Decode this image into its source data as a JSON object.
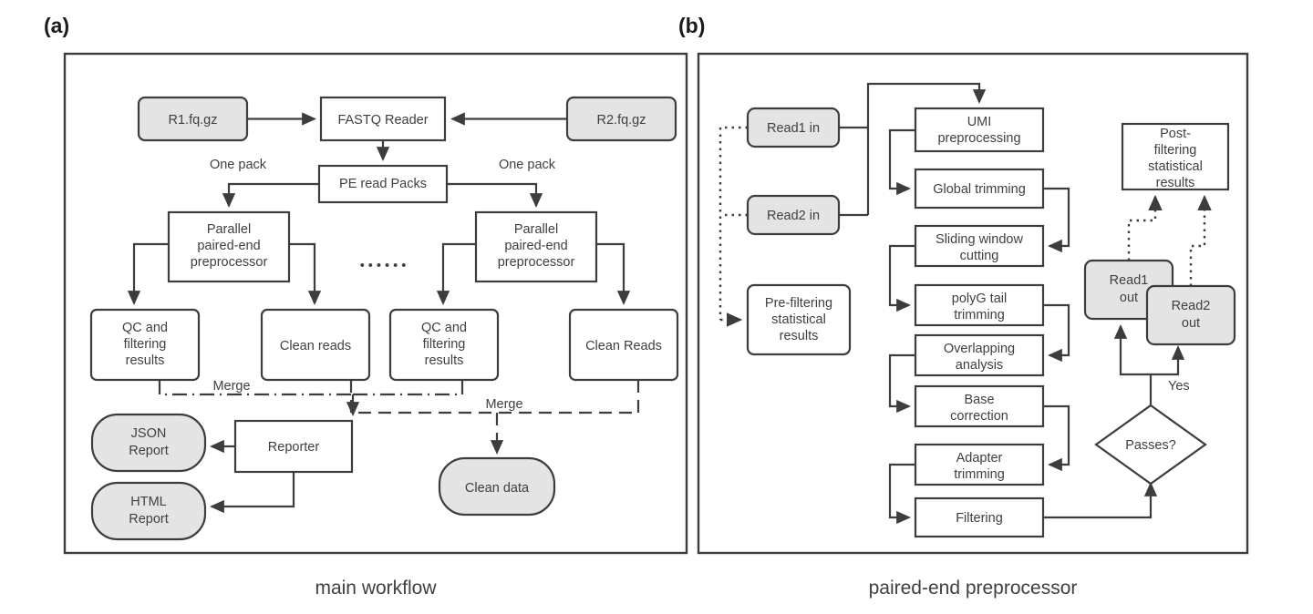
{
  "figure": {
    "panels": [
      {
        "tag": "(a)",
        "caption": "main workflow",
        "nodes": {
          "r1": "R1.fq.gz",
          "r2": "R2.fq.gz",
          "fastq_reader": "FASTQ Reader",
          "pe_read_packs": "PE read Packs",
          "parallel_left": "Parallel\npaired-end\npreprocessor",
          "parallel_right": "Parallel\npaired-end\npreprocessor",
          "qc_left": "QC and\nfiltering\nresults",
          "clean_reads_left": "Clean reads",
          "qc_right": "QC and\nfiltering\nresults",
          "clean_reads_right": "Clean Reads",
          "reporter": "Reporter",
          "json_report": "JSON\nReport",
          "html_report": "HTML\nReport",
          "clean_data": "Clean data",
          "ellipsis": "• • • • • •"
        },
        "edge_labels": {
          "one_pack_left": "One pack",
          "one_pack_right": "One pack",
          "merge_reports": "Merge",
          "merge_data": "Merge"
        }
      },
      {
        "tag": "(b)",
        "caption": "paired-end preprocessor",
        "nodes": {
          "read1_in": "Read1 in",
          "read2_in": "Read2 in",
          "prefilter_stats": "Pre-filtering\nstatistical\nresults",
          "umi_preprocessing": "UMI\npreprocessing",
          "global_trimming": "Global trimming",
          "sliding_window_cutting": "Sliding window\ncutting",
          "polyg_tail_trimming": "polyG tail\ntrimming",
          "overlapping_analysis": "Overlapping\nanalysis",
          "base_correction": "Base\ncorrection",
          "adapter_trimming": "Adapter\ntrimming",
          "filtering": "Filtering",
          "passes": "Passes?",
          "read1_out": "Read1\nout",
          "read2_out": "Read2\nout",
          "postfilter_stats": "Post-\nfiltering\nstatistical\nresults"
        },
        "edge_labels": {
          "yes": "Yes"
        }
      }
    ],
    "colors": {
      "shaded_node_fill": "#e4e4e4",
      "plain_node_fill": "#ffffff",
      "stroke": "#3d3d3d",
      "text": "#3f3f3f",
      "background": "#ffffff"
    }
  }
}
